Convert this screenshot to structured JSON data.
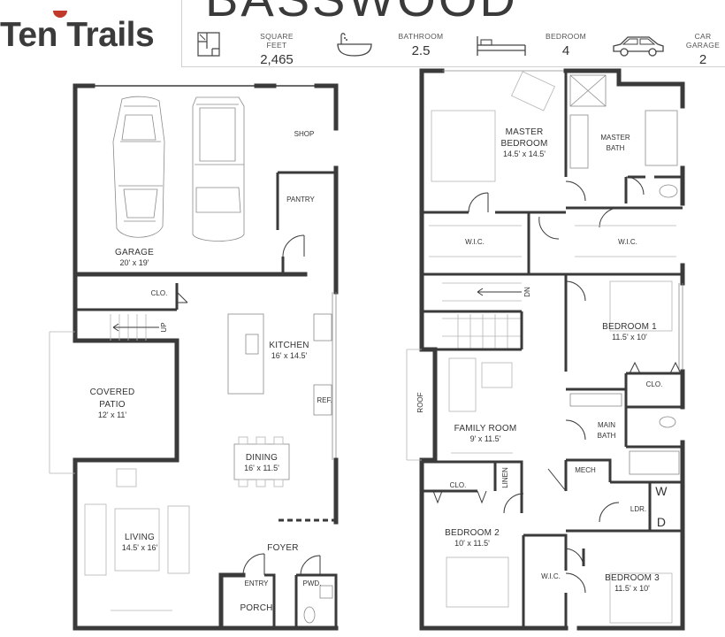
{
  "header": {
    "brand": "Ten Trails",
    "model": "BASSWOOD",
    "stats": [
      {
        "label": "SQUARE FEET",
        "value": "2,465",
        "icon": "floorplan-icon"
      },
      {
        "label": "BATHROOM",
        "value": "2.5",
        "icon": "bathtub-icon"
      },
      {
        "label": "BEDROOM",
        "value": "4",
        "icon": "bed-icon"
      },
      {
        "label": "CAR GARAGE",
        "value": "2",
        "icon": "car-icon"
      }
    ]
  },
  "first_floor": {
    "garage": {
      "name": "GARAGE",
      "dim": "20' x 19'"
    },
    "shop": "SHOP",
    "pantry": "PANTRY",
    "clo": "CLO.",
    "up": "UP",
    "kitchen": {
      "name": "KITCHEN",
      "dim": "16' x 14.5'"
    },
    "ref": "REF.",
    "patio": {
      "name1": "COVERED",
      "name2": "PATIO",
      "dim": "12' x 11'"
    },
    "dining": {
      "name": "DINING",
      "dim": "16' x 11.5'"
    },
    "living": {
      "name": "LIVING",
      "dim": "14.5' x 16'"
    },
    "foyer": "FOYER",
    "entry": "ENTRY",
    "pwd": "PWD.",
    "porch": "PORCH"
  },
  "second_floor": {
    "master": {
      "name1": "MASTER",
      "name2": "BEDROOM",
      "dim": "14.5' x 14.5'"
    },
    "master_bath": {
      "name1": "MASTER",
      "name2": "BATH"
    },
    "wic_left": "W.I.C.",
    "wic_right": "W.I.C.",
    "dn": "DN",
    "bedroom1": {
      "name": "BEDROOM 1",
      "dim": "11.5' x 10'"
    },
    "clo_b1": "CLO.",
    "roof": "ROOF",
    "family": {
      "name": "FAMILY ROOM",
      "dim": "9' x 11.5'"
    },
    "main_bath": {
      "name1": "MAIN",
      "name2": "BATH"
    },
    "mech": "MECH",
    "clo_hall": "CLO.",
    "linen": "LINEN",
    "w": "W",
    "d": "D",
    "ldr": "LDR.",
    "bedroom2": {
      "name": "BEDROOM 2",
      "dim": "10' x 11.5'"
    },
    "wic_b3": "W.I.C.",
    "bedroom3": {
      "name": "BEDROOM 3",
      "dim": "11.5' x 10'"
    }
  }
}
